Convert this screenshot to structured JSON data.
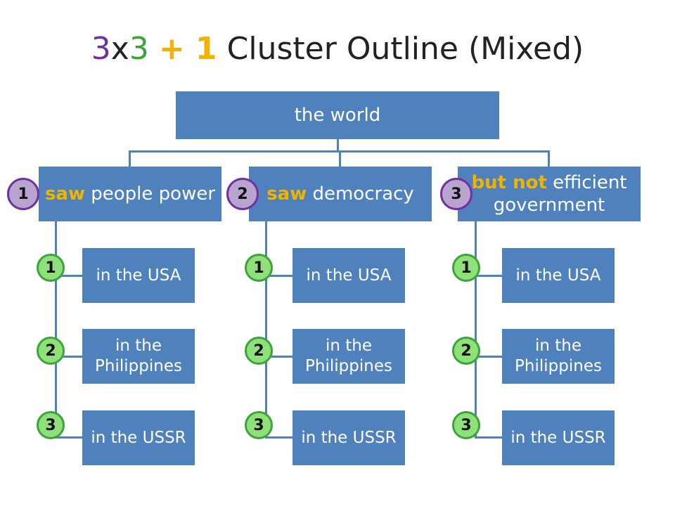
{
  "title": {
    "part1": "3x3",
    "part2": "+ 1",
    "part3": "Cluster Outline (Mixed)"
  },
  "root": "the world",
  "branches": [
    {
      "number": "1",
      "keyword": "saw",
      "text": "people power",
      "leaves": [
        {
          "number": "1",
          "text": "in the USA"
        },
        {
          "number": "2",
          "text": "in the Philippines"
        },
        {
          "number": "3",
          "text": "in the USSR"
        }
      ]
    },
    {
      "number": "2",
      "keyword": "saw",
      "text": "democracy",
      "leaves": [
        {
          "number": "1",
          "text": "in the USA"
        },
        {
          "number": "2",
          "text": "in the Philippines"
        },
        {
          "number": "3",
          "text": "in the USSR"
        }
      ]
    },
    {
      "number": "3",
      "keyword": "but not",
      "text": "efficient government",
      "leaves": [
        {
          "number": "1",
          "text": "in the USA"
        },
        {
          "number": "2",
          "text": "in the Philippines"
        },
        {
          "number": "3",
          "text": "in the USSR"
        }
      ]
    }
  ],
  "colors": {
    "box": "#4f81bd",
    "keyword": "#f0b400",
    "branch_marker": "#7030a0",
    "leaf_marker": "#3aa63a"
  }
}
